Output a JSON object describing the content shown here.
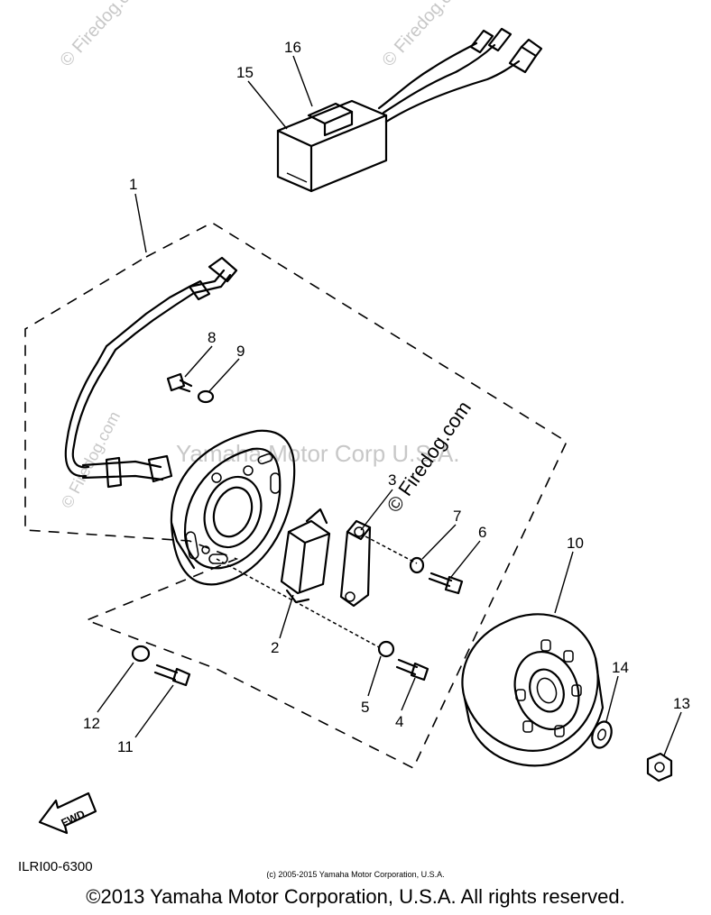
{
  "watermarks": {
    "top_left": "© Firedog.com",
    "top_right": "© Firedog.com",
    "center_diag": "© Firedog.com",
    "left_diag": "© Firedog.com",
    "banner": "Yamaha Motor Corp U.S.A."
  },
  "callouts": {
    "c1": "1",
    "c2": "2",
    "c3": "3",
    "c4": "4",
    "c5": "5",
    "c6": "6",
    "c7": "7",
    "c8": "8",
    "c9": "9",
    "c10": "10",
    "c11": "11",
    "c12": "12",
    "c13": "13",
    "c14": "14",
    "c15": "15",
    "c16": "16"
  },
  "fwd_label": "FWD",
  "diagram_code": "ILRI00-6300",
  "copyright_small": "(c) 2005-2015 Yamaha Motor Corporation, U.S.A.",
  "copyright_main": "©2013 Yamaha Motor Corporation, U.S.A. All rights reserved."
}
